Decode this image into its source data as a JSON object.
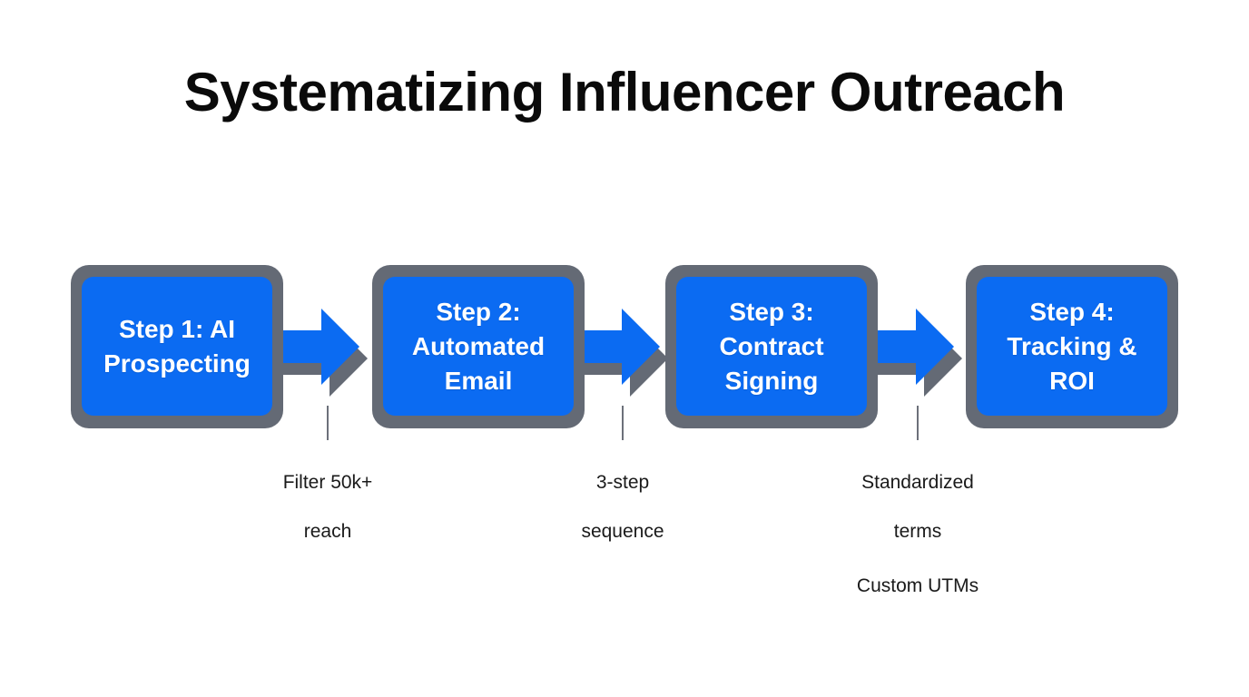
{
  "slide": {
    "title": "Systematizing Influencer Outreach",
    "background_color": "#ffffff",
    "title_color": "#0a0a0a"
  },
  "theme": {
    "box_fill": "#0b6bf2",
    "box_frame": "#646a75",
    "box_text": "#ffffff",
    "arrow_fill": "#0b6bf2",
    "arrow_shadow": "#646a75",
    "connector": "#6c707a",
    "annotation_text": "#1a1a1a"
  },
  "flow": {
    "steps": [
      {
        "label": "Step 1: AI\nProspecting",
        "line1": "Step 1: AI",
        "line2": "Prospecting"
      },
      {
        "label": "Step 2:\nAutomated\nEmail",
        "line1": "Step 2:",
        "line2": "Automated",
        "line3": "Email"
      },
      {
        "label": "Step 3:\nContract\nSigning",
        "line1": "Step 3:",
        "line2": "Contract",
        "line3": "Signing"
      },
      {
        "label": "Step 4:\nTracking &\nROI",
        "line1": "Step 4:",
        "line2": "Tracking &",
        "line3": "ROI"
      }
    ],
    "arrows": [
      {
        "name": "arrow-step1-to-step2"
      },
      {
        "name": "arrow-step2-to-step3"
      },
      {
        "name": "arrow-step3-to-step4"
      }
    ],
    "annotations": [
      {
        "lines": [
          "Filter 50k+",
          "reach"
        ],
        "line1": "Filter 50k+",
        "line2": "reach",
        "line3": ""
      },
      {
        "lines": [
          "3-step",
          "sequence"
        ],
        "line1": "3-step",
        "line2": "sequence",
        "line3": ""
      },
      {
        "lines": [
          "Standardized",
          "terms",
          "Custom UTMs"
        ],
        "line1": "Standardized",
        "line2": "terms",
        "line3": "Custom UTMs"
      }
    ]
  }
}
